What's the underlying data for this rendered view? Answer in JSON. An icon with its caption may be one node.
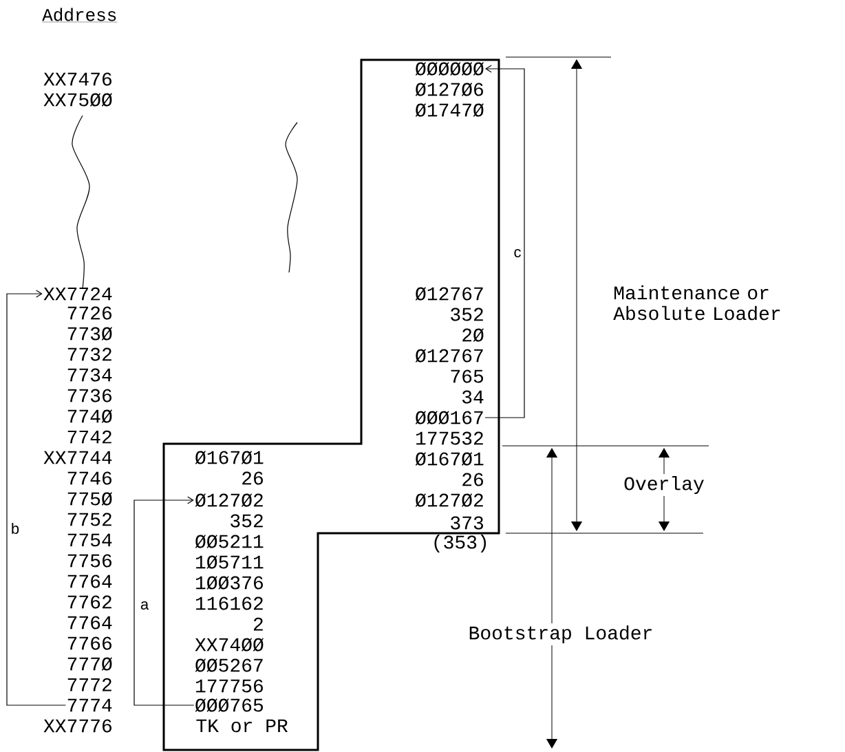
{
  "diagram": {
    "nodes": [
      {
        "text": [
          "XX7724"
        ]
      },
      {
        "text": [
          "7774"
        ]
      },
      {
        "text": [
          "Ø127Ø2"
        ]
      },
      {
        "text": [
          "ØØØ765"
        ]
      },
      {
        "text": [
          "ØØØØØØ"
        ]
      },
      {
        "text": [
          "ØØØ167"
        ]
      }
    ],
    "edges": [
      {
        "from": 1,
        "to": 0,
        "arrow": "to",
        "label": "b"
      },
      {
        "from": 3,
        "to": 2,
        "arrow": "to",
        "label": "a"
      },
      {
        "from": 5,
        "to": 4,
        "arrow": "to",
        "label": "c"
      }
    ],
    "labels": [
      "Address",
      "XX7476",
      "XX75ØØ",
      "7726",
      "773Ø",
      "7732",
      "7734",
      "7736",
      "774Ø",
      "7742",
      "XX7744",
      "7746",
      "775Ø",
      "7752",
      "7754",
      "7756",
      "7764",
      "7762",
      "7764",
      "7766",
      "777Ø",
      "7772",
      "XX7776",
      "Ø167Ø1",
      "26",
      "352",
      "ØØ5211",
      "1Ø5711",
      "1ØØ376",
      "116162",
      "2",
      "XX74ØØ",
      "ØØ5267",
      "177756",
      "TK or PR",
      "Ø127Ø6",
      "Ø1747Ø",
      "Ø12767",
      "352",
      "2Ø",
      "Ø12767",
      "765",
      "34",
      "177532",
      "Ø167Ø1",
      "26",
      "Ø127Ø2",
      "373",
      "(353)",
      "Maintenance or Absolute Loader",
      "Overlay",
      "Bootstrap Loader"
    ]
  }
}
